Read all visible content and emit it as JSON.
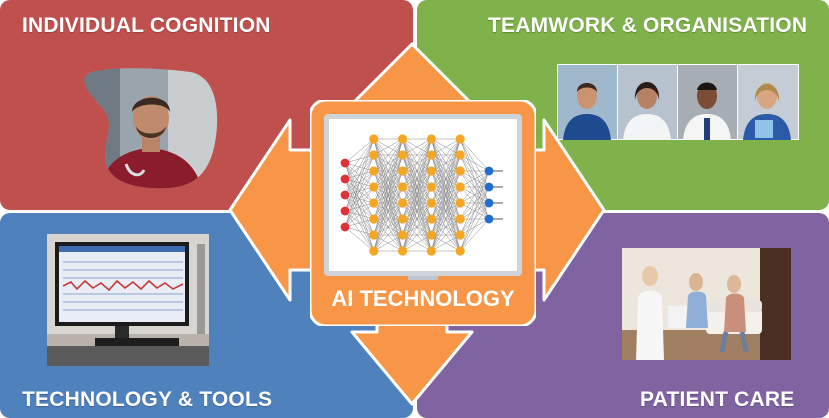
{
  "quadrants": {
    "top_left": {
      "label": "INDIVIDUAL COGNITION",
      "color": "#c0504d"
    },
    "top_right": {
      "label": "TEAMWORK & ORGANISATION",
      "color": "#7fb24a"
    },
    "bottom_left": {
      "label": "TECHNOLOGY & TOOLS",
      "color": "#4f81bd"
    },
    "bottom_right": {
      "label": "PATIENT CARE",
      "color": "#8064a2"
    }
  },
  "center": {
    "label": "AI TECHNOLOGY",
    "arrow_color": "#f79646",
    "network": {
      "layer_sizes": [
        5,
        8,
        8,
        8,
        8,
        4
      ],
      "node_colors": [
        "#e0303a",
        "#f5a623",
        "#f5a623",
        "#f5a623",
        "#f5a623",
        "#1f6fd1"
      ]
    }
  },
  "icons": {
    "top_left": "doctor-photo-icon",
    "top_right": "medical-team-photo-icon",
    "bottom_left": "monitor-workstation-photo-icon",
    "bottom_right": "patient-consultation-photo-icon",
    "center": "neural-network-icon"
  }
}
